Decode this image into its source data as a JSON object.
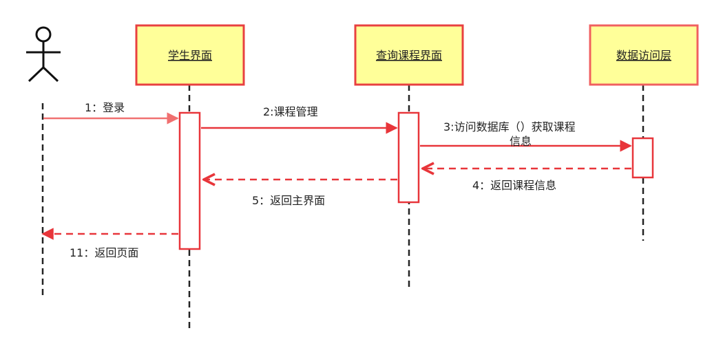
{
  "participants": {
    "actor": {
      "label": ""
    },
    "student_ui": {
      "label": "学生界面"
    },
    "course_query_ui": {
      "label": "查询课程界面"
    },
    "data_access_layer": {
      "label": "数据访问层"
    }
  },
  "messages": {
    "m1": {
      "label": "1：登录"
    },
    "m2": {
      "label": "2:课程管理"
    },
    "m3": {
      "label_line1": "3:访问数据库（）获取课程",
      "label_line2": "信息"
    },
    "m4": {
      "label": "4：返回课程信息"
    },
    "m5": {
      "label": "5：返回主界面"
    },
    "m11": {
      "label": "11：返回页面"
    }
  },
  "colors": {
    "box_fill": "#ffff99",
    "box_stroke": "#e84040",
    "box_stroke_light": "#f06060",
    "arrow_red": "#e8353a",
    "arrow_salmon": "#f07070",
    "lifeline": "#222222"
  }
}
